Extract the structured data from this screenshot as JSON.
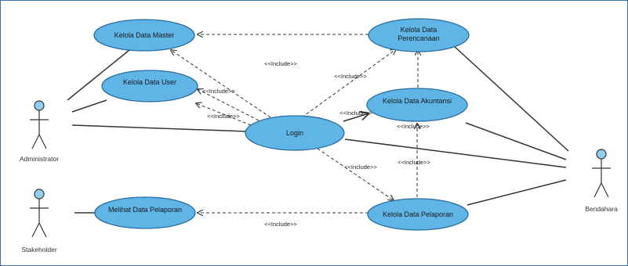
{
  "colors": {
    "frame_border": "#3b6fb6",
    "usecase_fill": "#5fb5e6",
    "usecase_stroke": "#2a6d9e",
    "actor_fill": "#8fd0f0",
    "line": "#333333"
  },
  "actors": {
    "administrator": "Administrator",
    "stakeholder": "Stakeholder",
    "bendahara": "Bendahara"
  },
  "usecases": {
    "kelola_data_master": "Kelola Data Master",
    "kelola_data_user": "Kelola Data User",
    "login": "Login",
    "kelola_data_perencanaan_line1": "Kelola Data",
    "kelola_data_perencanaan_line2": "Perencanaan",
    "kelola_data_akuntansi": "Kelola Data Akuntansi",
    "kelola_data_pelaporan": "Kelola Data Pelaporan",
    "melihat_data_pelaporan": "Melihat Data Pelaporan"
  },
  "relations": {
    "include_label": "<<Include>>"
  }
}
